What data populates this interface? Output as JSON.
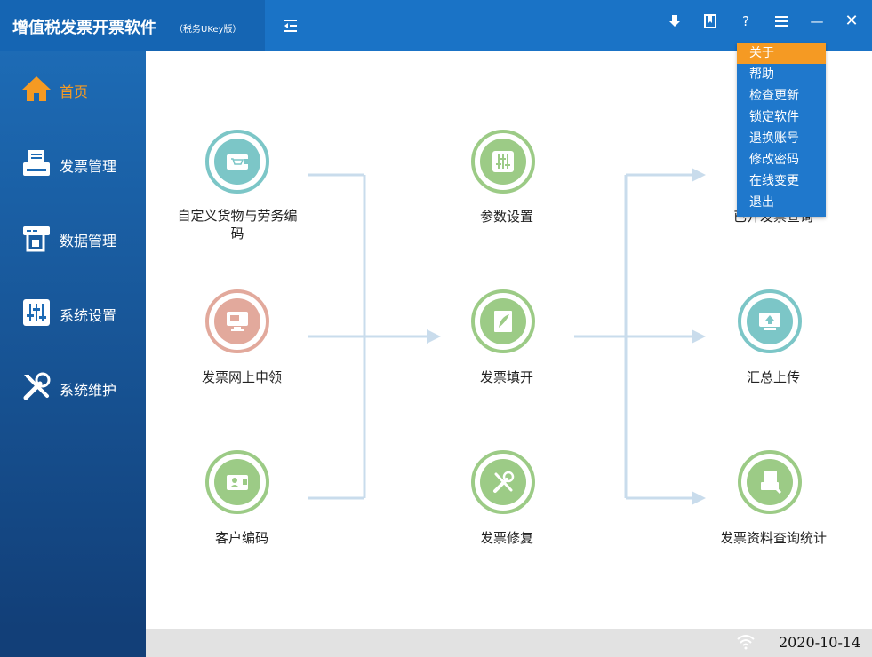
{
  "app": {
    "title": "增值税发票开票软件",
    "subtitle": "（税务UKey版）"
  },
  "toolbar": {
    "icons": [
      "download-icon",
      "bookmark-icon",
      "help-icon",
      "menu-icon",
      "minimize-icon",
      "close-icon"
    ],
    "help_glyph": "?",
    "minimize_glyph": "—",
    "close_glyph": "✕"
  },
  "sidebar": {
    "items": [
      {
        "label": "首页",
        "icon": "home-icon",
        "active": true
      },
      {
        "label": "发票管理",
        "icon": "invoice-printer-icon"
      },
      {
        "label": "数据管理",
        "icon": "data-icon"
      },
      {
        "label": "系统设置",
        "icon": "settings-sliders-icon"
      },
      {
        "label": "系统维护",
        "icon": "maintenance-tools-icon"
      }
    ]
  },
  "main": {
    "flow": [
      {
        "label": "自定义货物与劳务编码",
        "color": "#7cc6c7"
      },
      {
        "label": "发票网上申领",
        "color": "#e2a99c"
      },
      {
        "label": "客户编码",
        "color": "#9ccb86"
      },
      {
        "label": "参数设置",
        "color": "#9ccb86"
      },
      {
        "label": "发票填开",
        "color": "#9ccb86"
      },
      {
        "label": "发票修复",
        "color": "#9ccb86"
      },
      {
        "label": "已开发票查询",
        "color": "#7cc6c7"
      },
      {
        "label": "汇总上传",
        "color": "#7cc6c7"
      },
      {
        "label": "发票资料查询统计",
        "color": "#9ccb86"
      }
    ]
  },
  "menu": {
    "items": [
      {
        "label": "关于",
        "active": true
      },
      {
        "label": "帮助"
      },
      {
        "label": "检查更新"
      },
      {
        "label": "锁定软件"
      },
      {
        "label": "退换账号"
      },
      {
        "label": "修改密码"
      },
      {
        "label": "在线变更"
      },
      {
        "label": "退出"
      }
    ]
  },
  "status": {
    "date": "2020-10-14"
  },
  "colors": {
    "primary": "#1a73c6",
    "accent": "#f59a23",
    "teal": "#7cc6c7",
    "green": "#9ccb86",
    "salmon": "#e2a99c",
    "flow_line": "#c9dcec"
  }
}
